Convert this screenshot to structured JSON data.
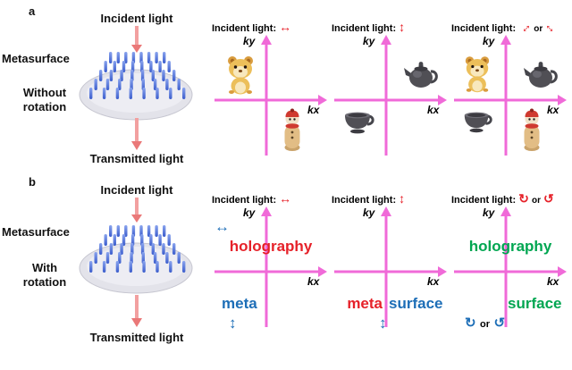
{
  "panel_a": {
    "label": "a",
    "incident": "Incident light",
    "metasurface": "Metasurface",
    "rot1": "Without",
    "rot2": "rotation",
    "transmitted": "Transmitted light"
  },
  "panel_b": {
    "label": "b",
    "incident": "Incident light",
    "metasurface": "Metasurface",
    "rot1": "With",
    "rot2": "rotation",
    "transmitted": "Transmitted light"
  },
  "kspace": {
    "title": "Incident light:",
    "kx": "kx",
    "ky": "ky",
    "or": "or",
    "h_arrow": "↔",
    "v_arrow": "↕",
    "cw_arrow": "↻",
    "ccw_arrow": "↺"
  },
  "words": {
    "holography": "holography",
    "meta": "meta",
    "surface": "surface"
  },
  "diagrams": {
    "a": [
      {
        "incident_polarization": "horizontal linear ↔",
        "top_left": "dog-figurine",
        "bottom_right": "snowman-figurine"
      },
      {
        "incident_polarization": "vertical linear ↕",
        "top_right": "teapot",
        "bottom_left": "cup"
      },
      {
        "incident_polarization": "diagonal linear (↗↙ or ↘↖)",
        "top_left": "dog-figurine",
        "top_right": "teapot",
        "bottom_left": "cup",
        "bottom_right": "snowman-figurine"
      }
    ],
    "b": [
      {
        "incident_polarization": "horizontal linear ↔",
        "top_word": "holography (red)",
        "bottom_left_word": "meta (blue)",
        "extra_arrows": "blue ↔ top-left, blue ↕ bottom-left"
      },
      {
        "incident_polarization": "vertical linear ↕",
        "bottom_left_word": "meta (red)",
        "bottom_right_word": "surface (blue)",
        "extra_arrows": "blue ↕ below"
      },
      {
        "incident_polarization": "circular ↻ or ↺",
        "top_word": "holography (green)",
        "bottom_right_word": "surface (green)",
        "note": "↻ or ↺ (blue)"
      }
    ]
  },
  "colors": {
    "axis_pink": "#f06ad8",
    "red": "#e62129",
    "blue": "#1d6eb7",
    "green": "#00a651",
    "light_beam_arrow": "#f2a0a0",
    "pillar_blue": "#5b7de0",
    "disk_gray": "#e3e3ea"
  }
}
